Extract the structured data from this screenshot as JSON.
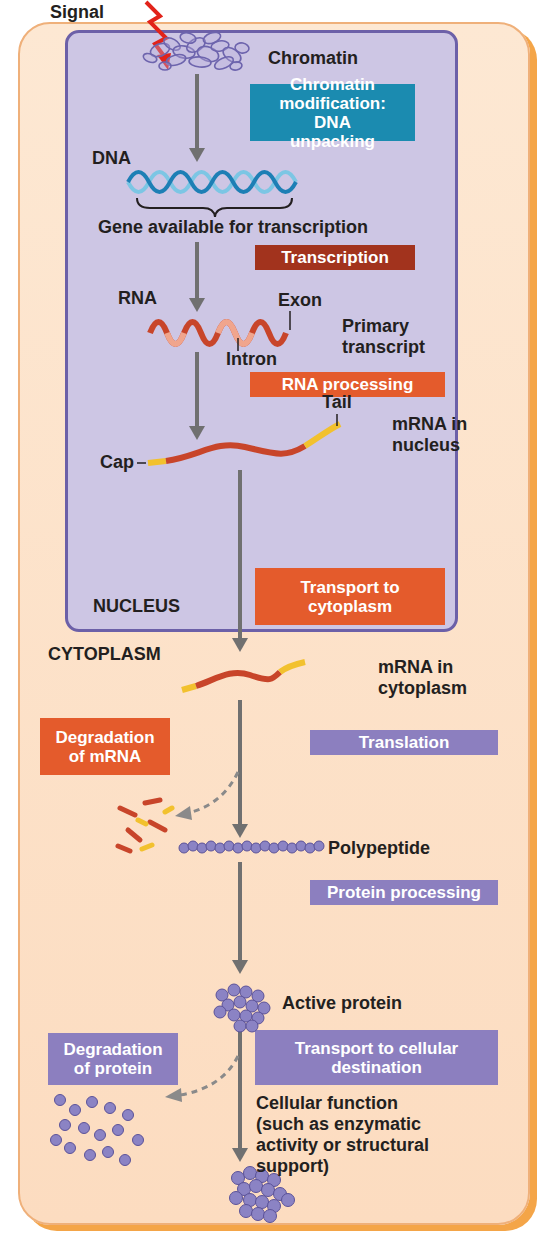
{
  "diagram": {
    "nodes": [
      {
        "text": [
          "CYTOPLASM"
        ]
      },
      {
        "text": [
          "NUCLEUS"
        ],
        "in": 0
      },
      {
        "text": [
          "Chromatin modification: DNA unpacking"
        ],
        "in": 1
      },
      {
        "text": [
          "Transcription"
        ],
        "in": 1
      },
      {
        "text": [
          "RNA processing"
        ],
        "in": 1
      },
      {
        "text": [
          "Transport to cytoplasm"
        ],
        "in": 1
      },
      {
        "text": [
          "Degradation of mRNA"
        ],
        "in": 0
      },
      {
        "text": [
          "Translation"
        ],
        "in": 0
      },
      {
        "text": [
          "Protein processing"
        ],
        "in": 0
      },
      {
        "text": [
          "Degradation of protein"
        ],
        "in": 0
      },
      {
        "text": [
          "Transport to cellular destination"
        ],
        "in": 0
      }
    ],
    "labels": [
      "Signal",
      "Chromatin",
      "DNA",
      "Gene available for transcription",
      "RNA",
      "Exon",
      "Primary transcript",
      "Intron",
      "Tail",
      "mRNA in nucleus",
      "Cap",
      "mRNA in cytoplasm",
      "Polypeptide",
      "Active protein",
      "Cellular function (such as enzymatic activity or structural support)"
    ]
  }
}
